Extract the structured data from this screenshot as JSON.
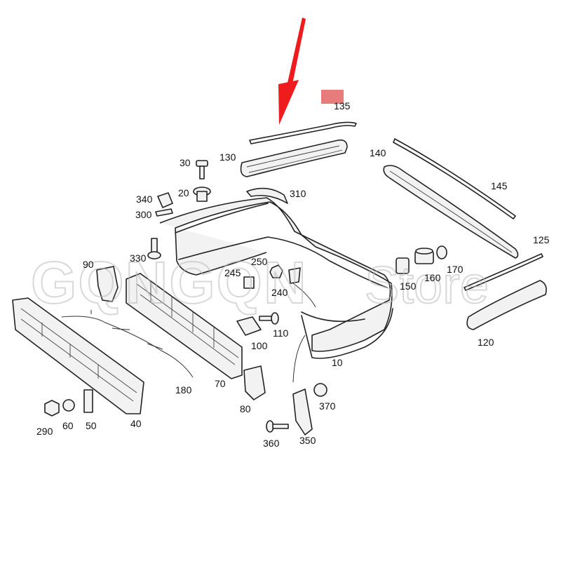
{
  "watermark": {
    "brand": "GQNGQN",
    "suffix": "Store"
  },
  "colors": {
    "arrow": "#ee1c1c",
    "highlight": "#e46464",
    "line": "#222222"
  },
  "labels": {
    "l135": "135",
    "l130": "130",
    "l140": "140",
    "l145": "145",
    "l30": "30",
    "l20": "20",
    "l310": "310",
    "l340": "340",
    "l300": "300",
    "l125": "125",
    "l330": "330",
    "l90": "90",
    "l250": "250",
    "l245": "245",
    "l240": "240",
    "l150": "150",
    "l160": "160",
    "l170": "170",
    "l110": "110",
    "l100": "100",
    "l120": "120",
    "l10": "10",
    "l180": "180",
    "l70": "70",
    "l80": "80",
    "l40": "40",
    "l290": "290",
    "l60": "60",
    "l50": "50",
    "l370": "370",
    "l360": "360",
    "l350": "350"
  }
}
